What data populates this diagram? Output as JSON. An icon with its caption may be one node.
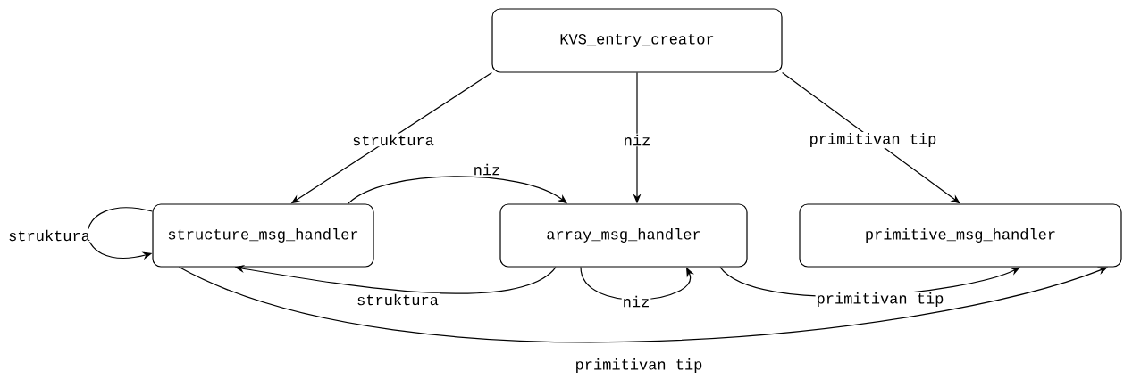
{
  "diagram": {
    "nodes": [
      {
        "text": [
          "KVS_entry_creator"
        ]
      },
      {
        "text": [
          "structure_msg_handler"
        ]
      },
      {
        "text": [
          "array_msg_handler"
        ]
      },
      {
        "text": [
          "primitive_msg_handler"
        ]
      }
    ],
    "edges": [
      {
        "from": 0,
        "to": 1,
        "arrow": "to",
        "label": "struktura"
      },
      {
        "from": 0,
        "to": 2,
        "arrow": "to",
        "label": "niz"
      },
      {
        "from": 0,
        "to": 3,
        "arrow": "to",
        "label": "primitivan tip"
      },
      {
        "from": 1,
        "to": 2,
        "arrow": "to",
        "label": "niz"
      },
      {
        "from": 1,
        "to": 1,
        "arrow": "to",
        "label": "struktura"
      },
      {
        "from": 2,
        "to": 1,
        "arrow": "to",
        "label": "struktura"
      },
      {
        "from": 2,
        "to": 2,
        "arrow": "to",
        "label": "niz"
      },
      {
        "from": 2,
        "to": 3,
        "arrow": "to",
        "label": "primitivan tip"
      },
      {
        "from": 1,
        "to": 3,
        "arrow": "to",
        "label": "primitivan tip"
      }
    ]
  }
}
